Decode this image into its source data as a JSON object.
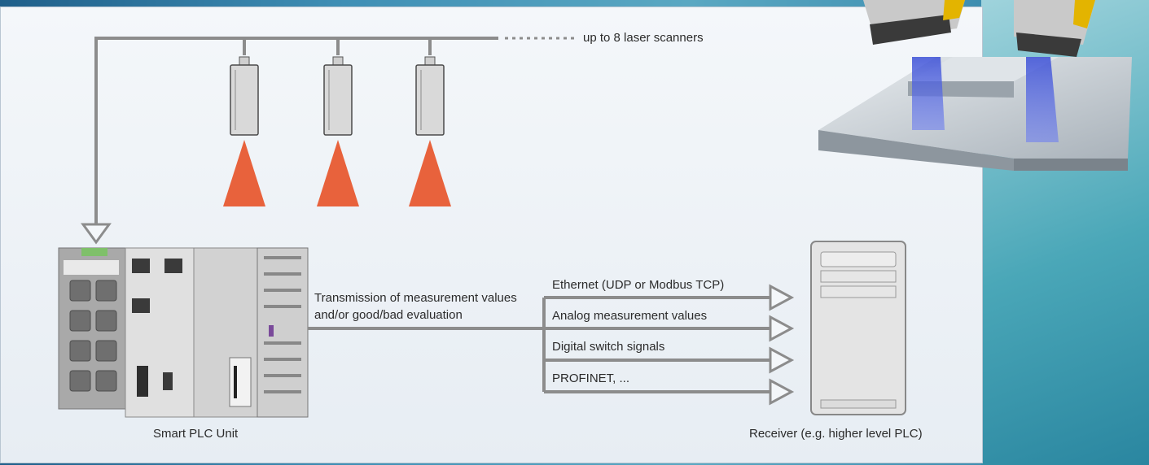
{
  "scanners_note": "up to 8 laser scanners",
  "plc_label": "Smart PLC Unit",
  "transmission_label": [
    "Transmission of measurement values",
    "and/or good/bad evaluation"
  ],
  "outputs": [
    "Ethernet (UDP or Modbus TCP)",
    "Analog measurement values",
    "Digital switch signals",
    "PROFINET, ..."
  ],
  "receiver_label": "Receiver (e.g. higher level PLC)",
  "colors": {
    "line": "#8c8c8c",
    "laser_beam": "#e8623c",
    "scanner_body": "#d9d9d9",
    "panel": "#eef2f6"
  }
}
